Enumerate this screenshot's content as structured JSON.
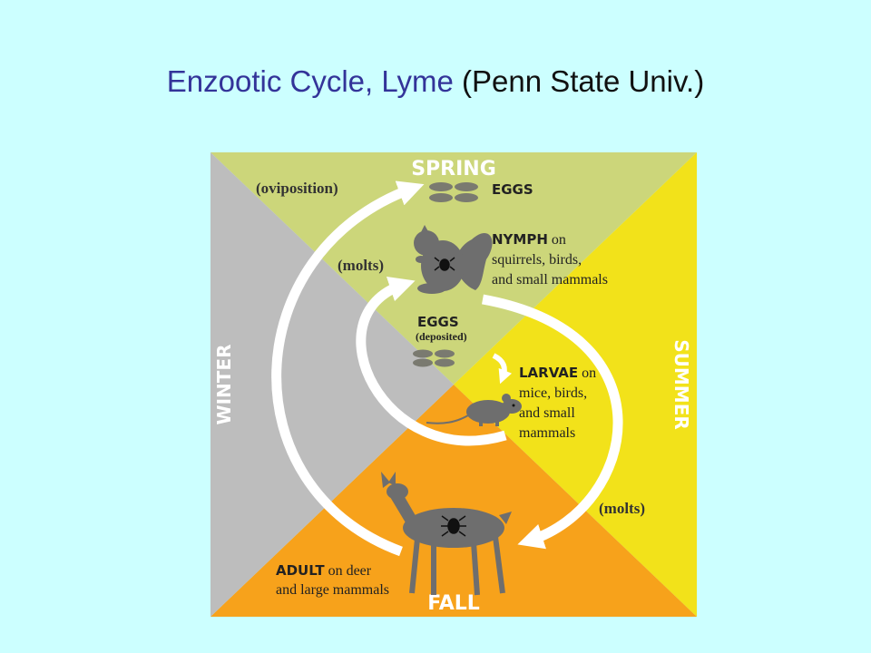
{
  "slide": {
    "title_main": "Enzootic Cycle, Lyme",
    "title_source": "(Penn State Univ.)"
  },
  "diagram": {
    "seasons": {
      "spring": "SPRING",
      "summer": "SUMMER",
      "fall": "FALL",
      "winter": "WINTER"
    },
    "colors": {
      "spring": "#ccd67a",
      "summer": "#f2e21a",
      "fall": "#f7a21b",
      "winter": "#bdbdbd",
      "arrow": "#ffffff",
      "silhouette": "#6e6e6e",
      "egg": "#7a7a70"
    },
    "stages": {
      "eggs_top": "EGGS",
      "nymph_bold": "NYMPH",
      "nymph_rest": " on",
      "nymph_line2": "squirrels, birds,",
      "nymph_line3": "and small mammals",
      "eggs_mid": "EGGS",
      "eggs_mid_sub": "(deposited)",
      "larvae_bold": "LARVAE",
      "larvae_rest": " on",
      "larvae_line2": "mice, birds,",
      "larvae_line3": "and small",
      "larvae_line4": "mammals",
      "adult_bold": "ADULT",
      "adult_rest": " on deer",
      "adult_line2": "and large mammals"
    },
    "annotations": {
      "oviposition": "(oviposition)",
      "molts_left": "(molts)",
      "molts_right": "(molts)"
    },
    "icons": [
      "squirrel-icon",
      "mouse-icon",
      "deer-icon",
      "tick-icon",
      "eggs-icon"
    ]
  }
}
